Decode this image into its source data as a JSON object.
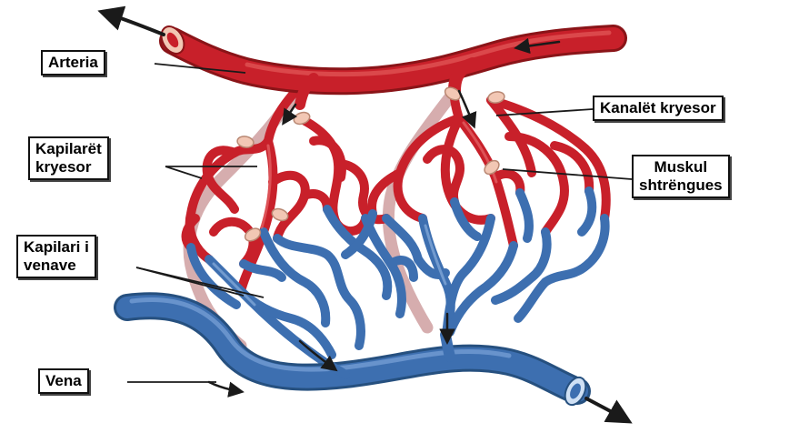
{
  "labels": {
    "arteria": "Arteria",
    "kapilaret_kryesor": [
      "Kapilarët",
      "kryesor"
    ],
    "kapilari_venave": [
      "Kapilari i",
      "venave"
    ],
    "vena": "Vena",
    "kanalet_kryesor": "Kanalët kryesor",
    "muskul_shtrengues": [
      "Muskul",
      "shtrëngues"
    ]
  },
  "colors": {
    "artery": "#c8202a",
    "artery_light": "#e35a5a",
    "vein": "#3d6fb0",
    "vein_light": "#7aa2d8",
    "sphincter": "#f2c7b4",
    "arrow": "#1a1a1a",
    "background": "#ffffff"
  }
}
